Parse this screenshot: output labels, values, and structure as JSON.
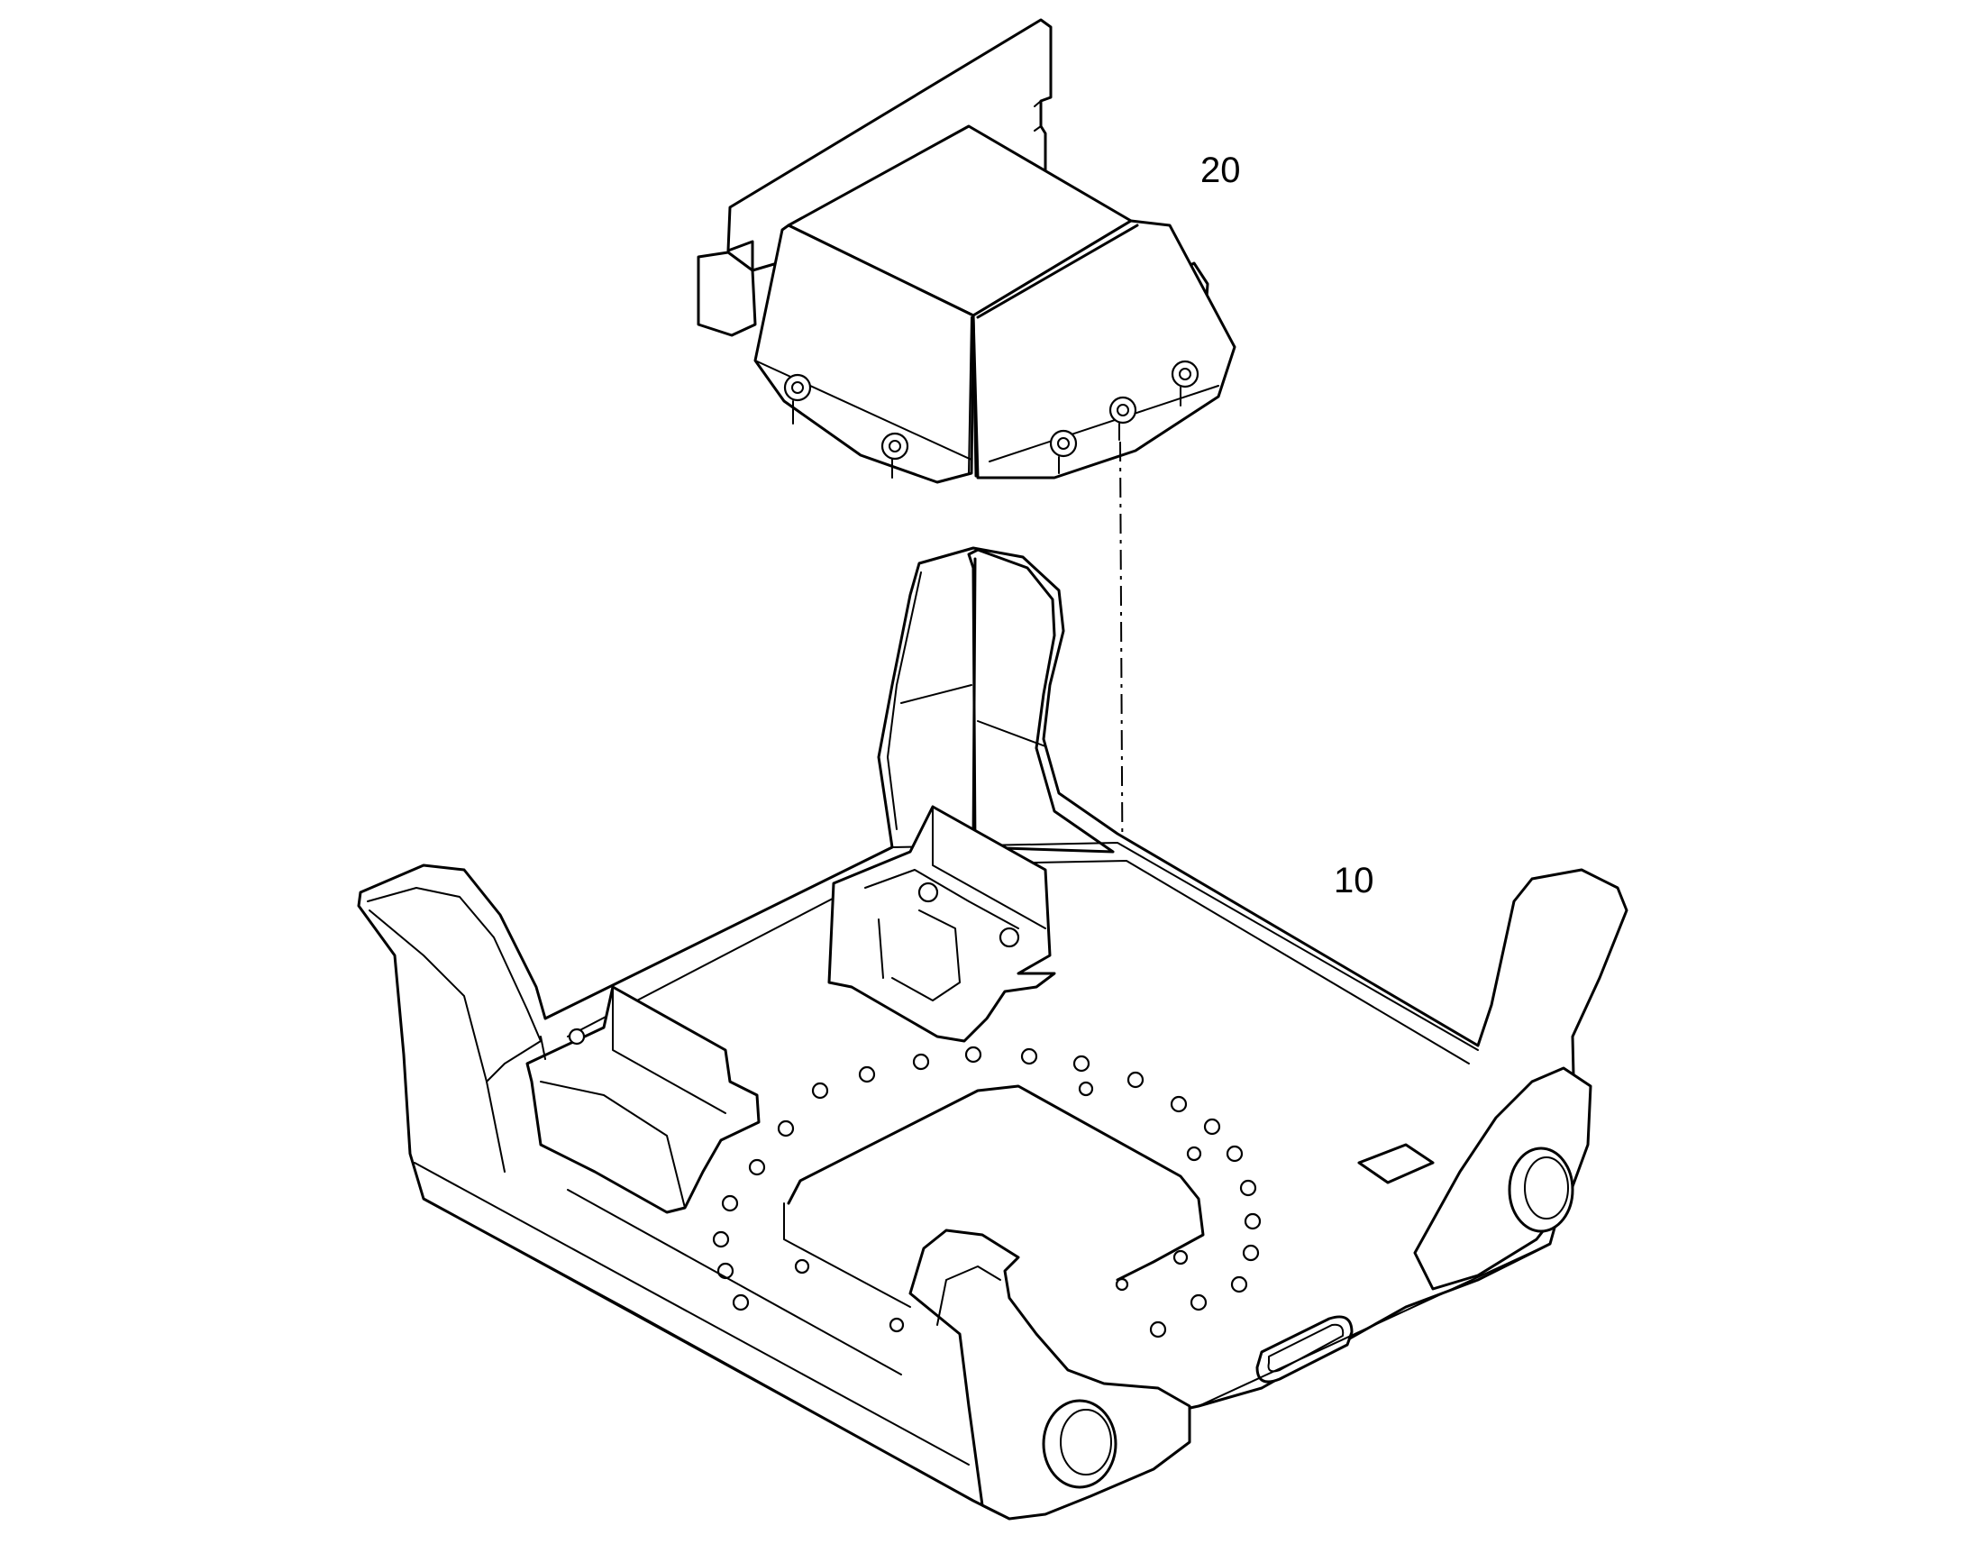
{
  "diagram": {
    "callouts": [
      {
        "id": "guard",
        "label": "20"
      },
      {
        "id": "frame",
        "label": "10"
      }
    ]
  }
}
